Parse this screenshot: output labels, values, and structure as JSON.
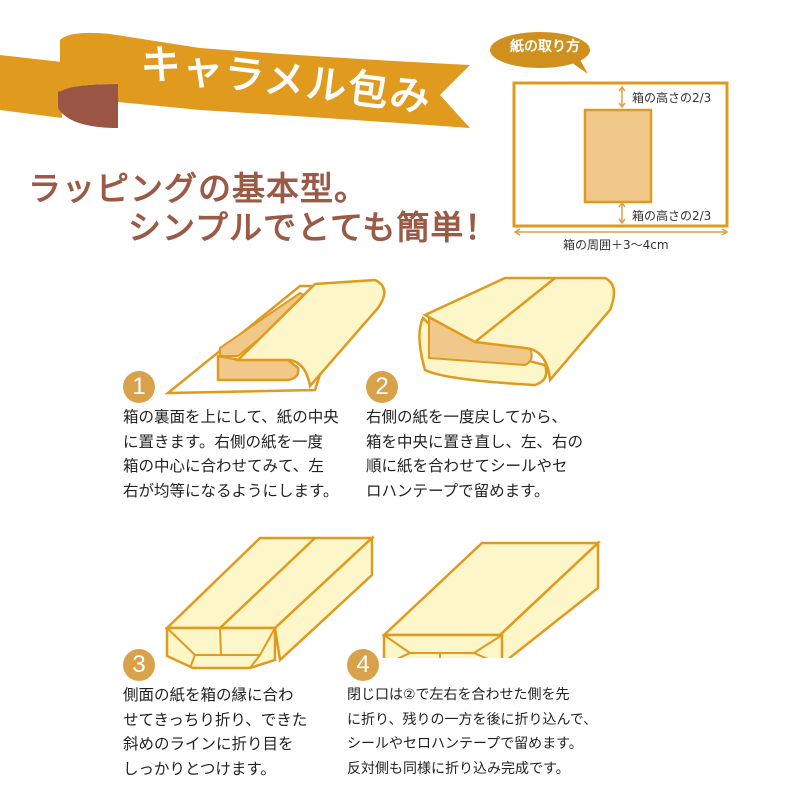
{
  "banner": {
    "title": "キャラメル包み",
    "ribbon_color": "#e09a1e",
    "ribbon_shadow_color": "#9a5544"
  },
  "headline": {
    "line1": "ラッピングの基本型。",
    "line2": "シンプルでとても簡単！",
    "color": "#9a5a45"
  },
  "paper_guide": {
    "bubble_label": "紙の取り方",
    "top_margin_label": "箱の高さの2/3",
    "bottom_margin_label": "箱の高さの2/3",
    "width_label": "箱の周囲＋3〜4cm",
    "border_color": "#e09a1e",
    "box_fill_color": "#f0c98a"
  },
  "steps": [
    {
      "number": "1",
      "text": "箱の裏面を上にして、紙の中央\nに置きます。右側の紙を一度\n箱の中心に合わせてみて、左\n右が均等になるようにします。"
    },
    {
      "number": "2",
      "text": "右側の紙を一度戻してから、\n箱を中央に置き直し、左、右の\n順に紙を合わせてシールやセ\nロハンテープで留めます。"
    },
    {
      "number": "3",
      "text": "側面の紙を箱の縁に合わ\nせてきっちり折り、できた\n斜めのラインに折り目を\nしっかりとつけます。"
    },
    {
      "number": "4",
      "text": "閉じ口は②で左右を合わせた側を先\nに折り、残りの一方を後に折り込んで、\nシールやセロハンテープで留めます。\n反対側も同様に折り込み完成です。"
    }
  ],
  "colors": {
    "outline": "#e09a1e",
    "paper_fill": "#fdf6c8",
    "box_fill": "#f0c98a",
    "step_badge": "#d9a24a"
  }
}
